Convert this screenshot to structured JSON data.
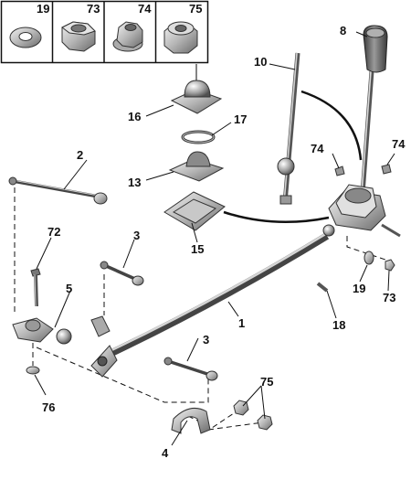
{
  "legend": {
    "items": [
      {
        "number": "19",
        "icon": "flat-washer-icon"
      },
      {
        "number": "73",
        "icon": "hex-nut-icon"
      },
      {
        "number": "74",
        "icon": "flange-nut-icon"
      },
      {
        "number": "75",
        "icon": "nylon-lock-nut-icon"
      }
    ]
  },
  "callouts": {
    "c1": "1",
    "c2": "2",
    "c3a": "3",
    "c3b": "3",
    "c4": "4",
    "c5": "5",
    "c8": "8",
    "c10": "10",
    "c13": "13",
    "c15": "15",
    "c16": "16",
    "c17": "17",
    "c18": "18",
    "c19": "19",
    "c72": "72",
    "c73": "73",
    "c74a": "74",
    "c74b": "74",
    "c75": "75",
    "c76": "76"
  },
  "colors": {
    "metal_light": "#d4d4d4",
    "metal_mid": "#9a9a9a",
    "metal_dark": "#4a4a4a",
    "line": "#111111"
  }
}
